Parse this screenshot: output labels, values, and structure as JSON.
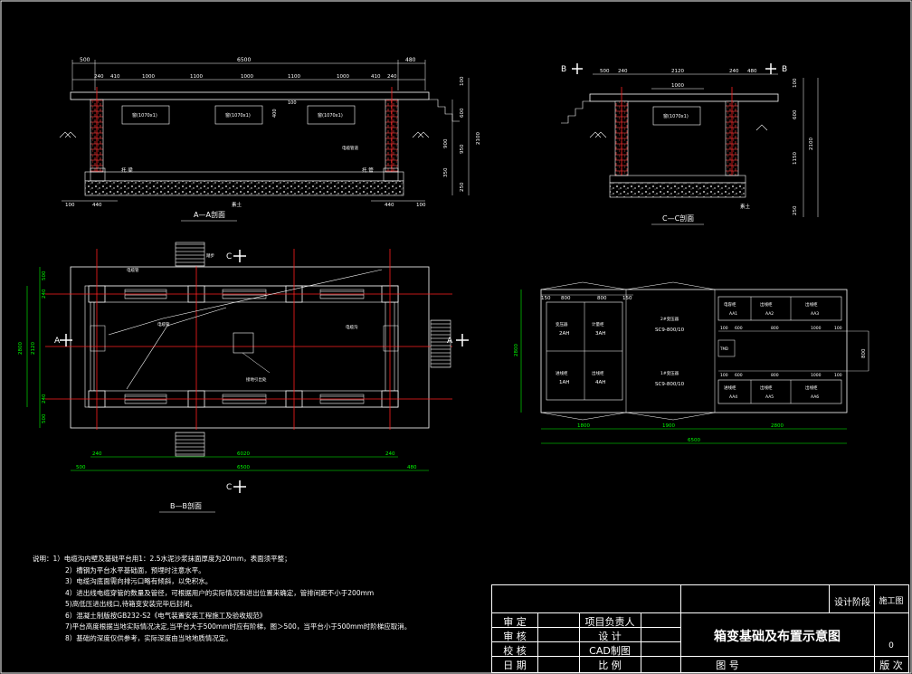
{
  "colors": {
    "bg": "#000000",
    "line": "#ffffff",
    "red": "#ff2020",
    "green": "#00ff00",
    "hatch": "#cc3333",
    "yellow": "#ffff66"
  },
  "section_aa": {
    "title": "A—A剖面",
    "dims_top": [
      "500",
      "6500",
      "480"
    ],
    "dims_sub": [
      "240",
      "410",
      "1000",
      "1100",
      "1000",
      "1100",
      "1000",
      "410",
      "240"
    ],
    "right_dims": [
      "100",
      "600",
      "900",
      "950",
      "2100",
      "350",
      "250"
    ],
    "dims_bottom_left": [
      "100",
      "440"
    ],
    "dims_bottom_right": [
      "440",
      "100"
    ],
    "window_label": "窗(1070x1)",
    "labels": {
      "beam": "托 梁",
      "tube": "托 管",
      "pipe": "电缆管道",
      "soil": "素土"
    },
    "inner_dims": [
      "100",
      "400"
    ]
  },
  "section_cc": {
    "title": "C—C剖面",
    "dims_top": [
      "500",
      "240",
      "2120",
      "240",
      "480"
    ],
    "dim_inner": "1000",
    "right_dims": [
      "100",
      "600",
      "2100",
      "1150",
      "250"
    ],
    "window_label": "窗(1070x1)",
    "mark_left": "B",
    "mark_right": "B",
    "soil": "素土"
  },
  "plan_bb": {
    "title": "B—B剖面",
    "mark_a_left": "A",
    "mark_a_right": "A",
    "mark_c_top": "C",
    "mark_c_bottom": "C",
    "left_dims": [
      "500",
      "240",
      "2800",
      "2120",
      "240",
      "500"
    ],
    "bottom_dims_1": [
      "240",
      "6020",
      "240"
    ],
    "bottom_dims_2": [
      "500",
      "6500",
      "480"
    ],
    "labels": {
      "stair": "踏步",
      "tube": "电缆管",
      "pipe1": "电缆管",
      "pipe2": "电缆沟",
      "center": "接地引出处"
    }
  },
  "layout_plan": {
    "top_dims": [
      "150",
      "800",
      "800",
      "150"
    ],
    "left_dim": "2800",
    "right_dim": "800",
    "bottom_dims": [
      "1800",
      "1900",
      "2800"
    ],
    "total": "6500",
    "lv_left": [
      {
        "name": "变压器",
        "id": "2AH"
      },
      {
        "name": "计量柜",
        "id": "3AH"
      },
      {
        "name": "进线柜",
        "id": "1AH"
      },
      {
        "name": "出线柜",
        "id": "4AH"
      }
    ],
    "tx_top": {
      "name": "2#变压器",
      "model": "SC9-800/10"
    },
    "tx_bottom": {
      "name": "1#变压器",
      "model": "SC9-800/10"
    },
    "right_top": [
      {
        "name": "电容柜",
        "id": "AA1"
      },
      {
        "name": "出线柜",
        "id": "AA2"
      },
      {
        "name": "出线柜",
        "id": "AA3"
      }
    ],
    "right_bottom": [
      {
        "name": "进线柜",
        "id": "AA4"
      },
      {
        "name": "出线柜",
        "id": "AA5"
      },
      {
        "name": "出线柜",
        "id": "AA6"
      }
    ],
    "right_dims_top": [
      "100",
      "600",
      "800",
      "1000",
      "100"
    ],
    "right_dims_bottom": [
      "100",
      "600",
      "800",
      "1000",
      "100"
    ],
    "small_box": "TMD"
  },
  "notes": [
    "说明：1）电缆沟内壁及基础平台用1：2.5水泥沙浆抹面厚度为20mm，表面须平整；",
    "2）槽钢为平台水平基础面，预埋时注意水平。",
    "3）电缆沟底面需向排污口略有倾斜，以免积水。",
    "4）进出线电缆穿管的数量及管径，可根据用户的实际情况和进出位置来确定，管排间距不小于200mm",
    "5)高低压进出线口,待箱变安装完毕后封闭。",
    "6）混凝土制版按GB232-S2《电气装置安装工程施工及验收规范》",
    "7)平台高度根据当地实际情况决定,当平台大于500mm时应有阶梯，图＞500，当平台小于500mm时阶梯应取消。",
    "8）基础的深度仅供参考，实际深度由当地地质情况定。"
  ],
  "title_block": {
    "stage_label": "设计阶段",
    "stage_value": "施工图",
    "rows_left": [
      "审  定",
      "审  核",
      "校  核",
      "日  期"
    ],
    "rows_mid": [
      "项目负责人",
      "设    计",
      "CAD制图",
      "比    例"
    ],
    "drawing_title": "箱变基础及布置示意图",
    "drawing_no_label": "图    号",
    "revision_label": "版 次",
    "revision_value": "0"
  }
}
